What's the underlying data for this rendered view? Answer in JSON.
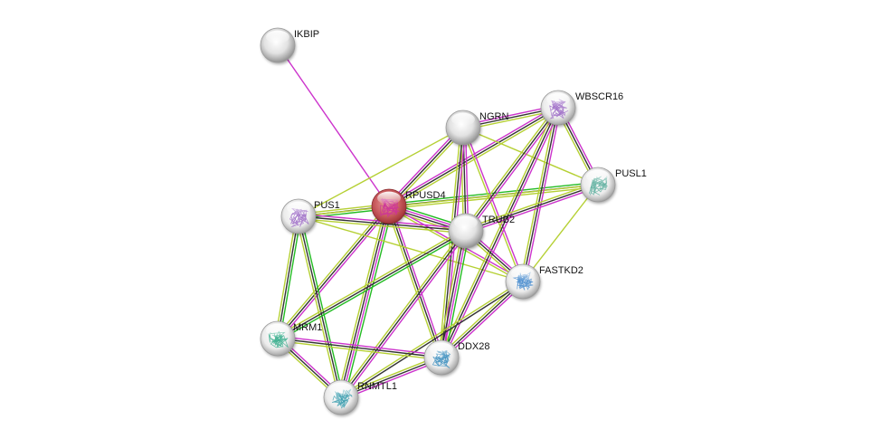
{
  "network": {
    "title": "Protein interaction network",
    "edge_colors": {
      "experiments": "#cc33cc",
      "coexpression": "#333333",
      "textmining": "#b5d033",
      "neighborhood": "#22bb22"
    },
    "nodes": [
      {
        "id": "IKBIP",
        "label": "IKBIP",
        "type": "plain",
        "query": false
      },
      {
        "id": "NGRN",
        "label": "NGRN",
        "type": "plain",
        "query": false
      },
      {
        "id": "WBSCR16",
        "label": "WBSCR16",
        "type": "structure",
        "structure_color": "#a070c8",
        "query": false
      },
      {
        "id": "PUSL1",
        "label": "PUSL1",
        "type": "structure",
        "structure_color": "#60b0a0",
        "query": false
      },
      {
        "id": "RPUSD4",
        "label": "RPUSD4",
        "type": "query",
        "structure_color": "#cc3399",
        "query": true
      },
      {
        "id": "PUS1",
        "label": "PUS1",
        "type": "structure",
        "structure_color": "#a070c8",
        "query": false
      },
      {
        "id": "TRUB2",
        "label": "TRUB2",
        "type": "plain",
        "query": false
      },
      {
        "id": "FASTKD2",
        "label": "FASTKD2",
        "type": "structure",
        "structure_color": "#5090d0",
        "query": false
      },
      {
        "id": "MRM1",
        "label": "MRM1",
        "type": "structure",
        "structure_color": "#40b090",
        "query": false
      },
      {
        "id": "DDX28",
        "label": "DDX28",
        "type": "structure",
        "structure_color": "#4090c0",
        "query": false
      },
      {
        "id": "RNMTL1",
        "label": "RNMTL1",
        "type": "structure",
        "structure_color": "#40a0b0",
        "query": false
      }
    ],
    "edges": [
      {
        "source": "IKBIP",
        "target": "RPUSD4",
        "types": [
          "experiments"
        ]
      },
      {
        "source": "RPUSD4",
        "target": "NGRN",
        "types": [
          "experiments",
          "coexpression",
          "textmining"
        ]
      },
      {
        "source": "RPUSD4",
        "target": "WBSCR16",
        "types": [
          "experiments",
          "coexpression",
          "textmining"
        ]
      },
      {
        "source": "RPUSD4",
        "target": "PUSL1",
        "types": [
          "neighborhood",
          "coexpression",
          "textmining"
        ]
      },
      {
        "source": "RPUSD4",
        "target": "PUS1",
        "types": [
          "neighborhood",
          "coexpression",
          "textmining"
        ]
      },
      {
        "source": "RPUSD4",
        "target": "TRUB2",
        "types": [
          "neighborhood",
          "experiments",
          "coexpression",
          "textmining"
        ]
      },
      {
        "source": "RPUSD4",
        "target": "FASTKD2",
        "types": [
          "experiments",
          "textmining"
        ]
      },
      {
        "source": "RPUSD4",
        "target": "MRM1",
        "types": [
          "experiments",
          "coexpression",
          "textmining"
        ]
      },
      {
        "source": "RPUSD4",
        "target": "DDX28",
        "types": [
          "experiments",
          "coexpression",
          "textmining"
        ]
      },
      {
        "source": "RPUSD4",
        "target": "RNMTL1",
        "types": [
          "neighborhood",
          "experiments",
          "coexpression",
          "textmining"
        ]
      },
      {
        "source": "PUS1",
        "target": "NGRN",
        "types": [
          "textmining"
        ]
      },
      {
        "source": "PUS1",
        "target": "TRUB2",
        "types": [
          "experiments",
          "coexpression",
          "textmining"
        ]
      },
      {
        "source": "PUS1",
        "target": "PUSL1",
        "types": [
          "textmining"
        ]
      },
      {
        "source": "PUS1",
        "target": "FASTKD2",
        "types": [
          "textmining"
        ]
      },
      {
        "source": "PUS1",
        "target": "MRM1",
        "types": [
          "neighborhood",
          "coexpression",
          "textmining"
        ]
      },
      {
        "source": "PUS1",
        "target": "RNMTL1",
        "types": [
          "neighborhood",
          "coexpression",
          "textmining"
        ]
      },
      {
        "source": "NGRN",
        "target": "WBSCR16",
        "types": [
          "experiments",
          "coexpression",
          "textmining"
        ]
      },
      {
        "source": "NGRN",
        "target": "TRUB2",
        "types": [
          "experiments",
          "coexpression",
          "textmining"
        ]
      },
      {
        "source": "NGRN",
        "target": "PUSL1",
        "types": [
          "textmining"
        ]
      },
      {
        "source": "NGRN",
        "target": "FASTKD2",
        "types": [
          "experiments",
          "textmining"
        ]
      },
      {
        "source": "NGRN",
        "target": "DDX28",
        "types": [
          "experiments",
          "coexpression",
          "textmining"
        ]
      },
      {
        "source": "WBSCR16",
        "target": "PUSL1",
        "types": [
          "experiments",
          "coexpression",
          "textmining"
        ]
      },
      {
        "source": "WBSCR16",
        "target": "TRUB2",
        "types": [
          "experiments",
          "coexpression",
          "textmining"
        ]
      },
      {
        "source": "WBSCR16",
        "target": "FASTKD2",
        "types": [
          "experiments",
          "coexpression",
          "textmining"
        ]
      },
      {
        "source": "WBSCR16",
        "target": "DDX28",
        "types": [
          "experiments",
          "coexpression",
          "textmining"
        ]
      },
      {
        "source": "PUSL1",
        "target": "TRUB2",
        "types": [
          "experiments",
          "coexpression",
          "textmining"
        ]
      },
      {
        "source": "PUSL1",
        "target": "FASTKD2",
        "types": [
          "textmining"
        ]
      },
      {
        "source": "TRUB2",
        "target": "FASTKD2",
        "types": [
          "experiments",
          "coexpression",
          "textmining"
        ]
      },
      {
        "source": "TRUB2",
        "target": "MRM1",
        "types": [
          "neighborhood",
          "coexpression",
          "textmining"
        ]
      },
      {
        "source": "TRUB2",
        "target": "DDX28",
        "types": [
          "neighborhood",
          "experiments",
          "coexpression",
          "textmining"
        ]
      },
      {
        "source": "TRUB2",
        "target": "RNMTL1",
        "types": [
          "experiments",
          "coexpression",
          "textmining"
        ]
      },
      {
        "source": "FASTKD2",
        "target": "DDX28",
        "types": [
          "experiments",
          "coexpression",
          "textmining"
        ]
      },
      {
        "source": "FASTKD2",
        "target": "RNMTL1",
        "types": [
          "coexpression",
          "textmining"
        ]
      },
      {
        "source": "MRM1",
        "target": "DDX28",
        "types": [
          "experiments",
          "coexpression",
          "textmining"
        ]
      },
      {
        "source": "MRM1",
        "target": "RNMTL1",
        "types": [
          "experiments",
          "coexpression",
          "textmining"
        ]
      },
      {
        "source": "DDX28",
        "target": "RNMTL1",
        "types": [
          "experiments",
          "coexpression",
          "textmining"
        ]
      }
    ]
  }
}
